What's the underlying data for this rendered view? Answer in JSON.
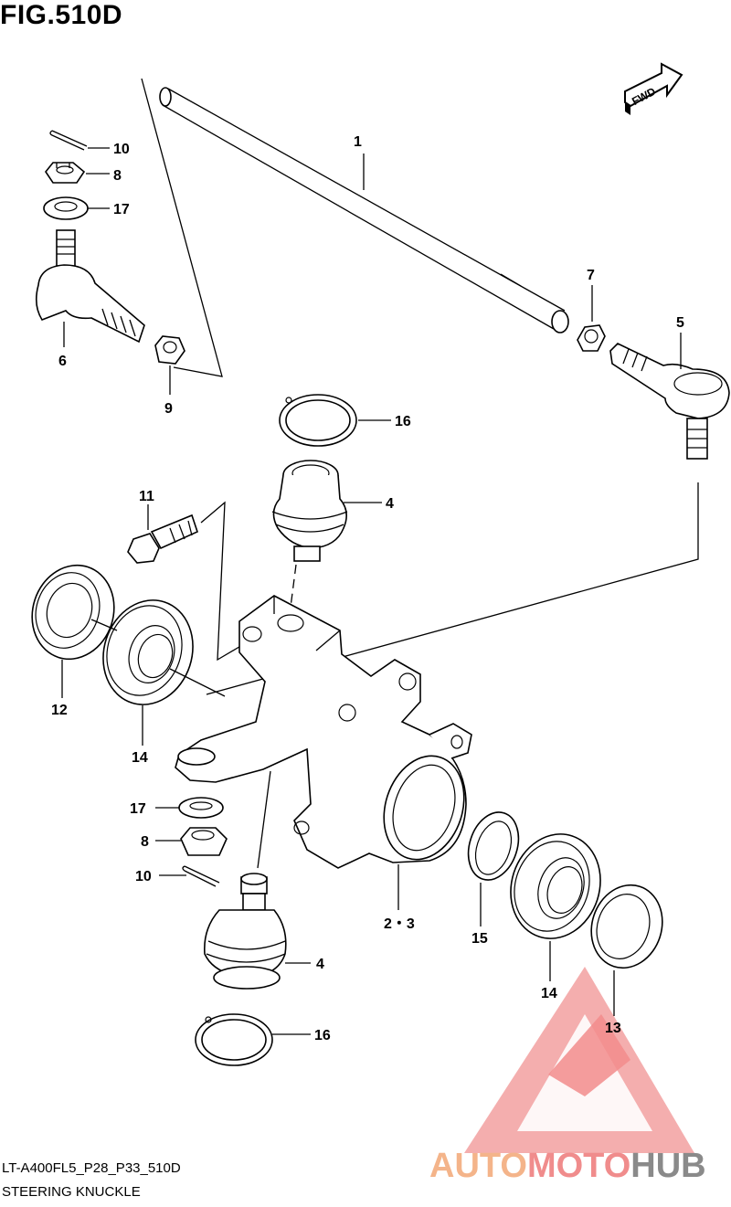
{
  "figure": {
    "title": "FIG.510D"
  },
  "fwd_label": "FWD",
  "callouts": [
    {
      "id": "c1",
      "label": "1"
    },
    {
      "id": "c10a",
      "label": "10"
    },
    {
      "id": "c8a",
      "label": "8"
    },
    {
      "id": "c17a",
      "label": "17"
    },
    {
      "id": "c6",
      "label": "6"
    },
    {
      "id": "c9",
      "label": "9"
    },
    {
      "id": "c7",
      "label": "7"
    },
    {
      "id": "c5",
      "label": "5"
    },
    {
      "id": "c16a",
      "label": "16"
    },
    {
      "id": "c11",
      "label": "11"
    },
    {
      "id": "c4a",
      "label": "4"
    },
    {
      "id": "c12",
      "label": "12"
    },
    {
      "id": "c14a",
      "label": "14"
    },
    {
      "id": "c17b",
      "label": "17"
    },
    {
      "id": "c8b",
      "label": "8"
    },
    {
      "id": "c10b",
      "label": "10"
    },
    {
      "id": "c23",
      "label": "2・3"
    },
    {
      "id": "c15",
      "label": "15"
    },
    {
      "id": "c4b",
      "label": "4"
    },
    {
      "id": "c14b",
      "label": "14"
    },
    {
      "id": "c13",
      "label": "13"
    },
    {
      "id": "c16b",
      "label": "16"
    }
  ],
  "watermark": {
    "part1": "AUTO",
    "part2": "MOTO",
    "part3": "HUB",
    "color1": "#f4b48a",
    "color2": "#f08c8c",
    "color3": "#8a8a8a"
  },
  "footer": {
    "code": "LT-A400FL5_P28_P33_510D",
    "name": "STEERING KNUCKLE"
  }
}
